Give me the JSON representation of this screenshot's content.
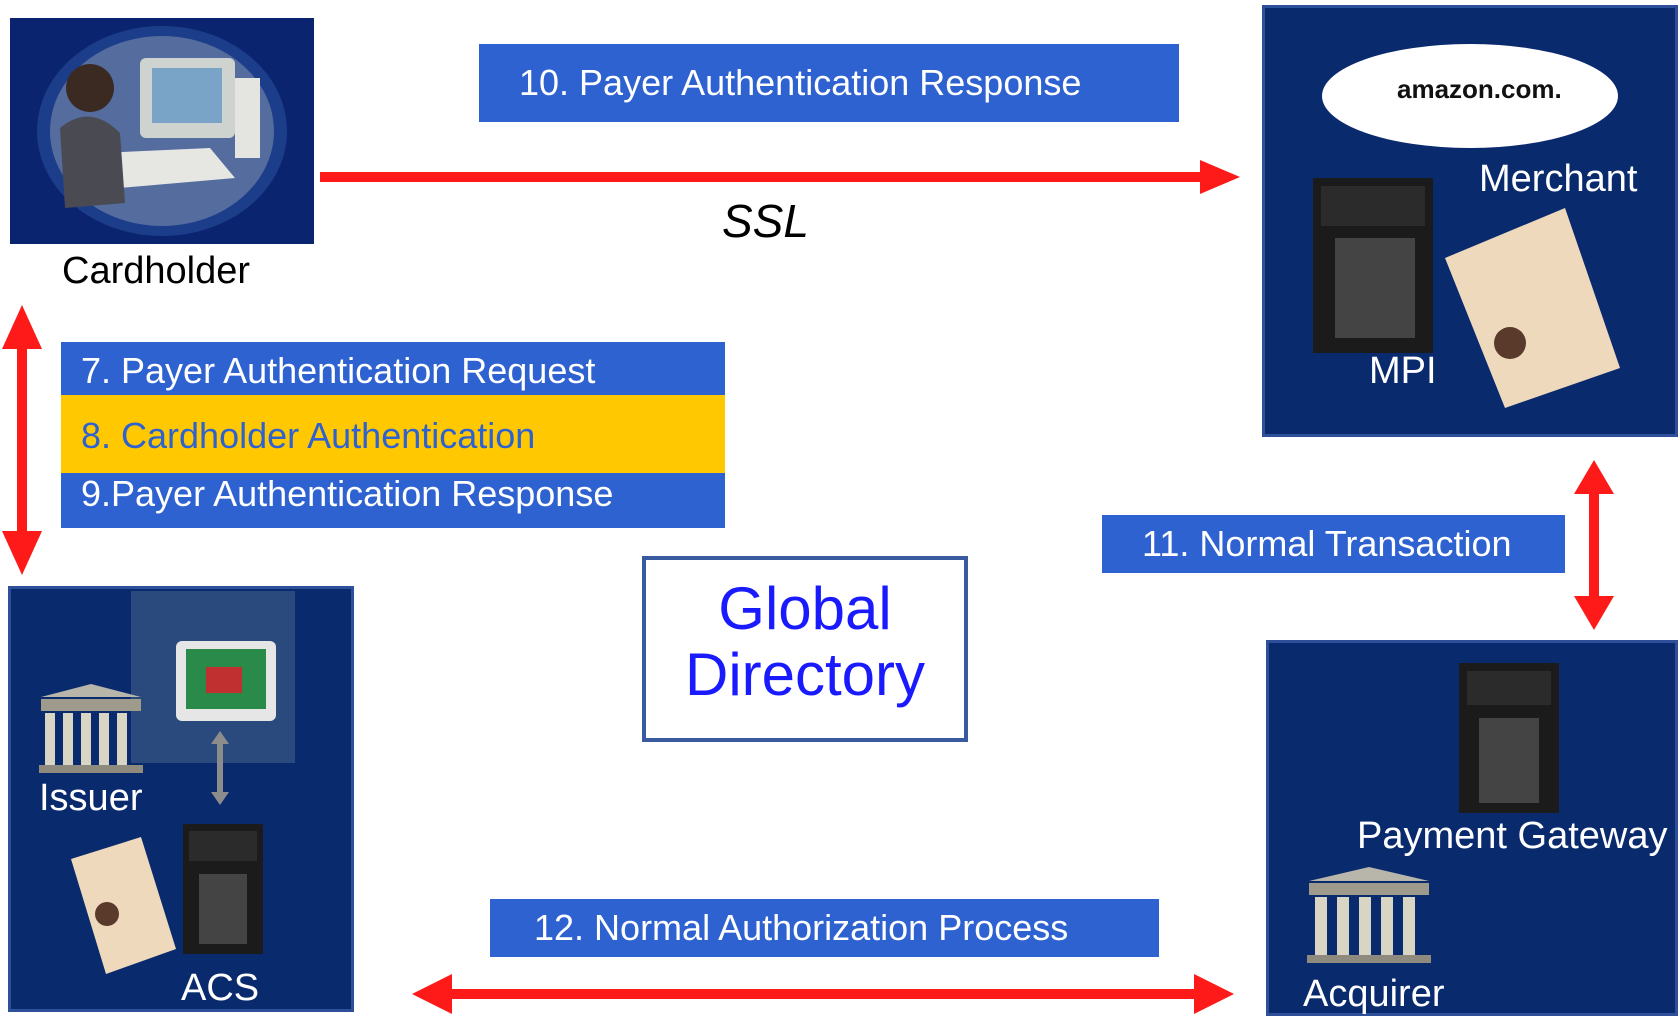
{
  "labels": {
    "cardholder": "Cardholder",
    "merchant": "Merchant",
    "mpi": "MPI",
    "issuer": "Issuer",
    "acs": "ACS",
    "payment_gateway": "Payment Gateway",
    "acquirer": "Acquirer",
    "amazon_logo": "amazon.com.",
    "ssl": "SSL"
  },
  "steps": {
    "step7": "7. Payer Authentication Request",
    "step8": "8. Cardholder Authentication",
    "step9": "9.Payer Authentication Response",
    "step10": "10. Payer Authentication Response",
    "step11": "11. Normal Transaction",
    "step12": "12. Normal Authorization Process"
  },
  "directory": {
    "line1": "Global",
    "line2": "Directory"
  },
  "colors": {
    "navy": "#0a2a6e",
    "label_blue": "#2e62d0",
    "highlight": "#ffc800",
    "arrow_red": "#ff1a1a",
    "directory_text": "#1a1aff"
  }
}
